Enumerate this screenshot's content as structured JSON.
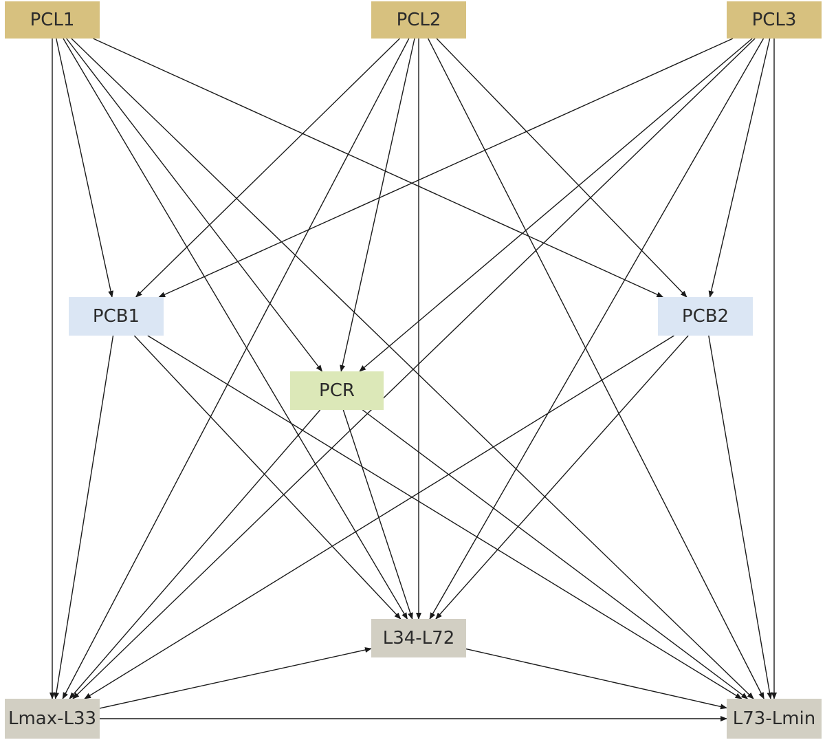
{
  "diagram": {
    "nodes": [
      {
        "id": "PCL1",
        "label": "PCL1",
        "group": "layer"
      },
      {
        "id": "PCL2",
        "label": "PCL2",
        "group": "layer"
      },
      {
        "id": "PCL3",
        "label": "PCL3",
        "group": "layer"
      },
      {
        "id": "PCB1",
        "label": "PCB1",
        "group": "bias"
      },
      {
        "id": "PCB2",
        "label": "PCB2",
        "group": "bias"
      },
      {
        "id": "PCR",
        "label": "PCR",
        "group": "rate"
      },
      {
        "id": "L34",
        "label": "L34-L72",
        "group": "band"
      },
      {
        "id": "LMAX",
        "label": "Lmax-L33",
        "group": "band"
      },
      {
        "id": "L73",
        "label": "L73-Lmin",
        "group": "band"
      }
    ],
    "edges": [
      [
        "PCL1",
        "LMAX"
      ],
      [
        "PCL1",
        "PCB1"
      ],
      [
        "PCL1",
        "PCR"
      ],
      [
        "PCL1",
        "L34"
      ],
      [
        "PCL1",
        "L73"
      ],
      [
        "PCL1",
        "PCB2"
      ],
      [
        "PCL2",
        "PCB1"
      ],
      [
        "PCL2",
        "PCR"
      ],
      [
        "PCL2",
        "LMAX"
      ],
      [
        "PCL2",
        "L34"
      ],
      [
        "PCL2",
        "L73"
      ],
      [
        "PCL2",
        "PCB2"
      ],
      [
        "PCL3",
        "PCB1"
      ],
      [
        "PCL3",
        "PCR"
      ],
      [
        "PCL3",
        "LMAX"
      ],
      [
        "PCL3",
        "L34"
      ],
      [
        "PCL3",
        "PCB2"
      ],
      [
        "PCL3",
        "L73"
      ],
      [
        "PCB1",
        "LMAX"
      ],
      [
        "PCB1",
        "L34"
      ],
      [
        "PCB1",
        "L73"
      ],
      [
        "PCB2",
        "LMAX"
      ],
      [
        "PCB2",
        "L34"
      ],
      [
        "PCB2",
        "L73"
      ],
      [
        "PCR",
        "LMAX"
      ],
      [
        "PCR",
        "L34"
      ],
      [
        "PCR",
        "L73"
      ],
      [
        "LMAX",
        "L34"
      ],
      [
        "LMAX",
        "L73"
      ],
      [
        "L34",
        "L73"
      ]
    ],
    "colors": {
      "layer": "#d7c17f",
      "bias": "#dbe6f4",
      "rate": "#dce8b8",
      "band": "#d2cfc3",
      "edge": "#1a1a1a"
    }
  }
}
